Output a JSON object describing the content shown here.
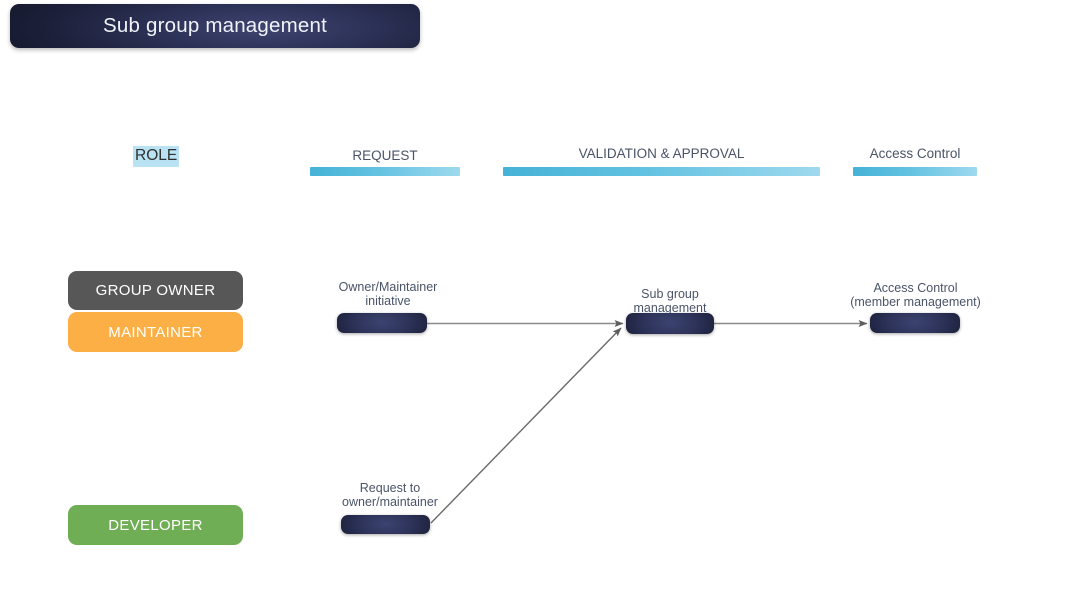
{
  "title_banner": {
    "text": "Sub group management"
  },
  "role_axis": {
    "label": "ROLE",
    "highlight_color": "#b9e2f2",
    "badges": [
      {
        "label": "GROUP OWNER",
        "color": "#575757"
      },
      {
        "label": "MAINTAINER",
        "color": "#fbaf45"
      },
      {
        "label": "DEVELOPER",
        "color": "#6fae55"
      }
    ]
  },
  "columns": [
    {
      "label": "REQUEST",
      "bar_from": "#45b2d6",
      "bar_to": "#9ed9ee"
    },
    {
      "label": "VALIDATION & APPROVAL",
      "bar_from": "#45b2d6",
      "bar_to": "#9ed9ee"
    },
    {
      "label": "Access Control",
      "bar_from": "#45b2d6",
      "bar_to": "#9ed9ee"
    }
  ],
  "nodes": [
    {
      "id": "owner-initiative",
      "label_line1": "Owner/Maintainer",
      "label_line2": "initiative",
      "column": "REQUEST",
      "role": "GROUP OWNER / MAINTAINER"
    },
    {
      "id": "subgroup-management",
      "label_line1": "Sub group",
      "label_line2": "management",
      "column": "VALIDATION & APPROVAL",
      "role": "GROUP OWNER / MAINTAINER"
    },
    {
      "id": "access-control",
      "label_line1": "Access Control",
      "label_line2": "(member management)",
      "column": "Access Control",
      "role": "GROUP OWNER / MAINTAINER"
    },
    {
      "id": "request-to-owner",
      "label_line1": "Request to",
      "label_line2": "owner/maintainer",
      "column": "REQUEST",
      "role": "DEVELOPER"
    }
  ],
  "connectors": [
    {
      "from": "owner-initiative",
      "to": "subgroup-management",
      "style": "straight"
    },
    {
      "from": "request-to-owner",
      "to": "subgroup-management",
      "style": "diagonal"
    },
    {
      "from": "subgroup-management",
      "to": "access-control",
      "style": "straight"
    }
  ],
  "palette": {
    "node_fill_center": "#3c4370",
    "node_fill_edge": "#14172a",
    "connector": "#6e6e6e",
    "text": "#4a5468"
  }
}
